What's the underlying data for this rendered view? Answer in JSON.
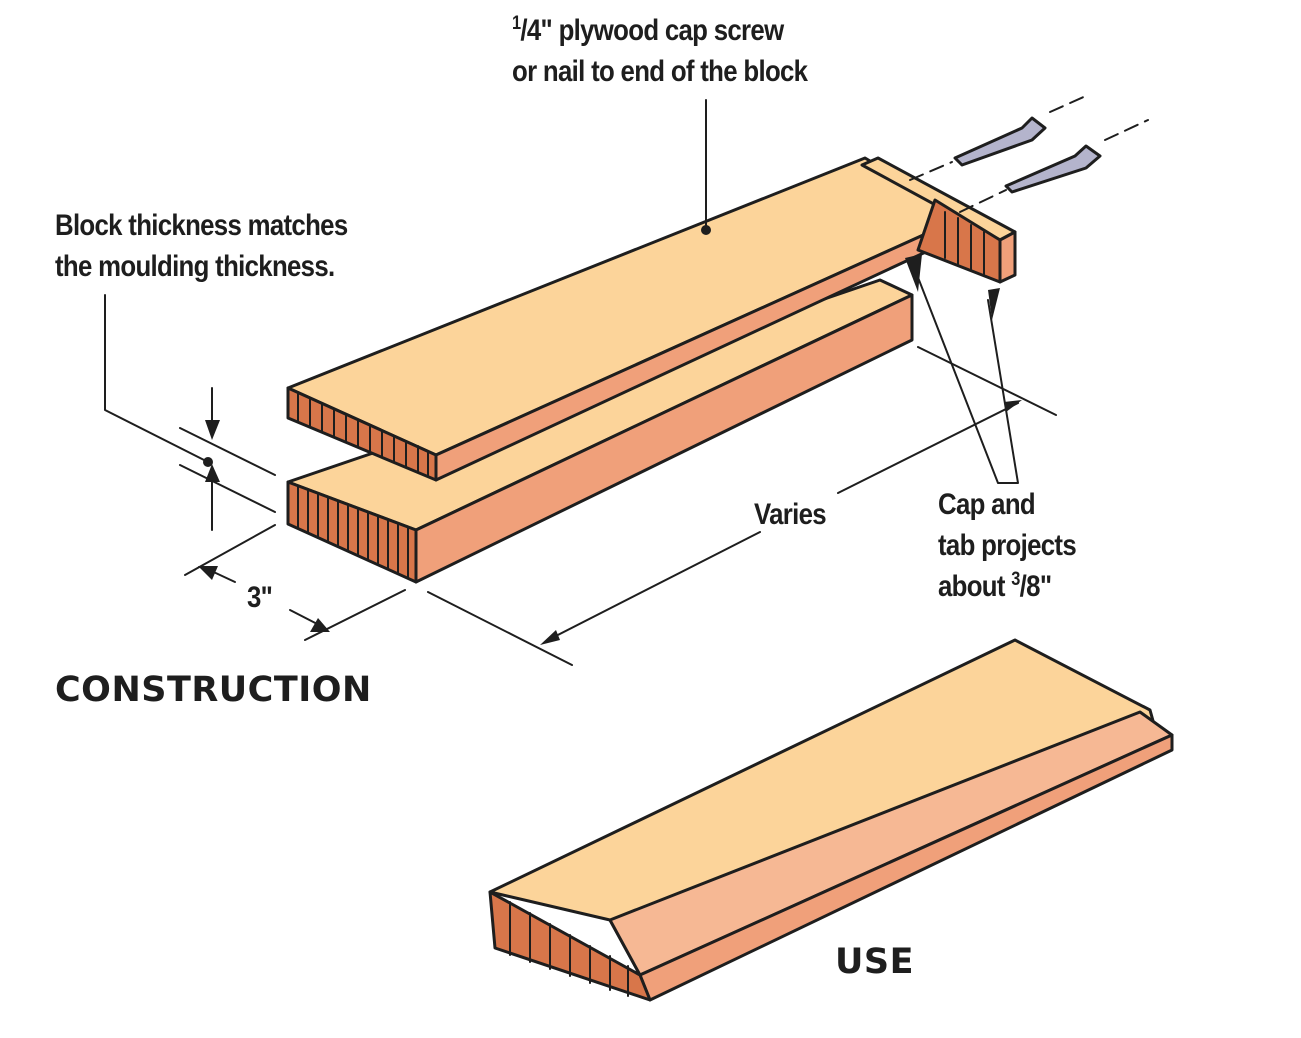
{
  "labels": {
    "cap_note": {
      "line1_numerator": "1",
      "line1_rest": "/4\" plywood cap screw",
      "line2": "or nail to end of the block"
    },
    "block_note": {
      "line1": "Block thickness matches",
      "line2": "the moulding thickness."
    },
    "projection_note": {
      "line1": "Cap and",
      "line2": "tab projects",
      "line3_prefix": "about ",
      "line3_numerator": "3",
      "line3_rest": "/8\""
    },
    "width_dimension": "3\"",
    "length_dimension": "Varies"
  },
  "section_titles": {
    "construction": "CONSTRUCTION",
    "use": "USE"
  },
  "colors": {
    "wood_top": "#fcd49a",
    "wood_edge": "#f0a07a",
    "end_grain": "#d8764a",
    "screw": "#b4b4cc",
    "ink": "#1e1e1e"
  }
}
